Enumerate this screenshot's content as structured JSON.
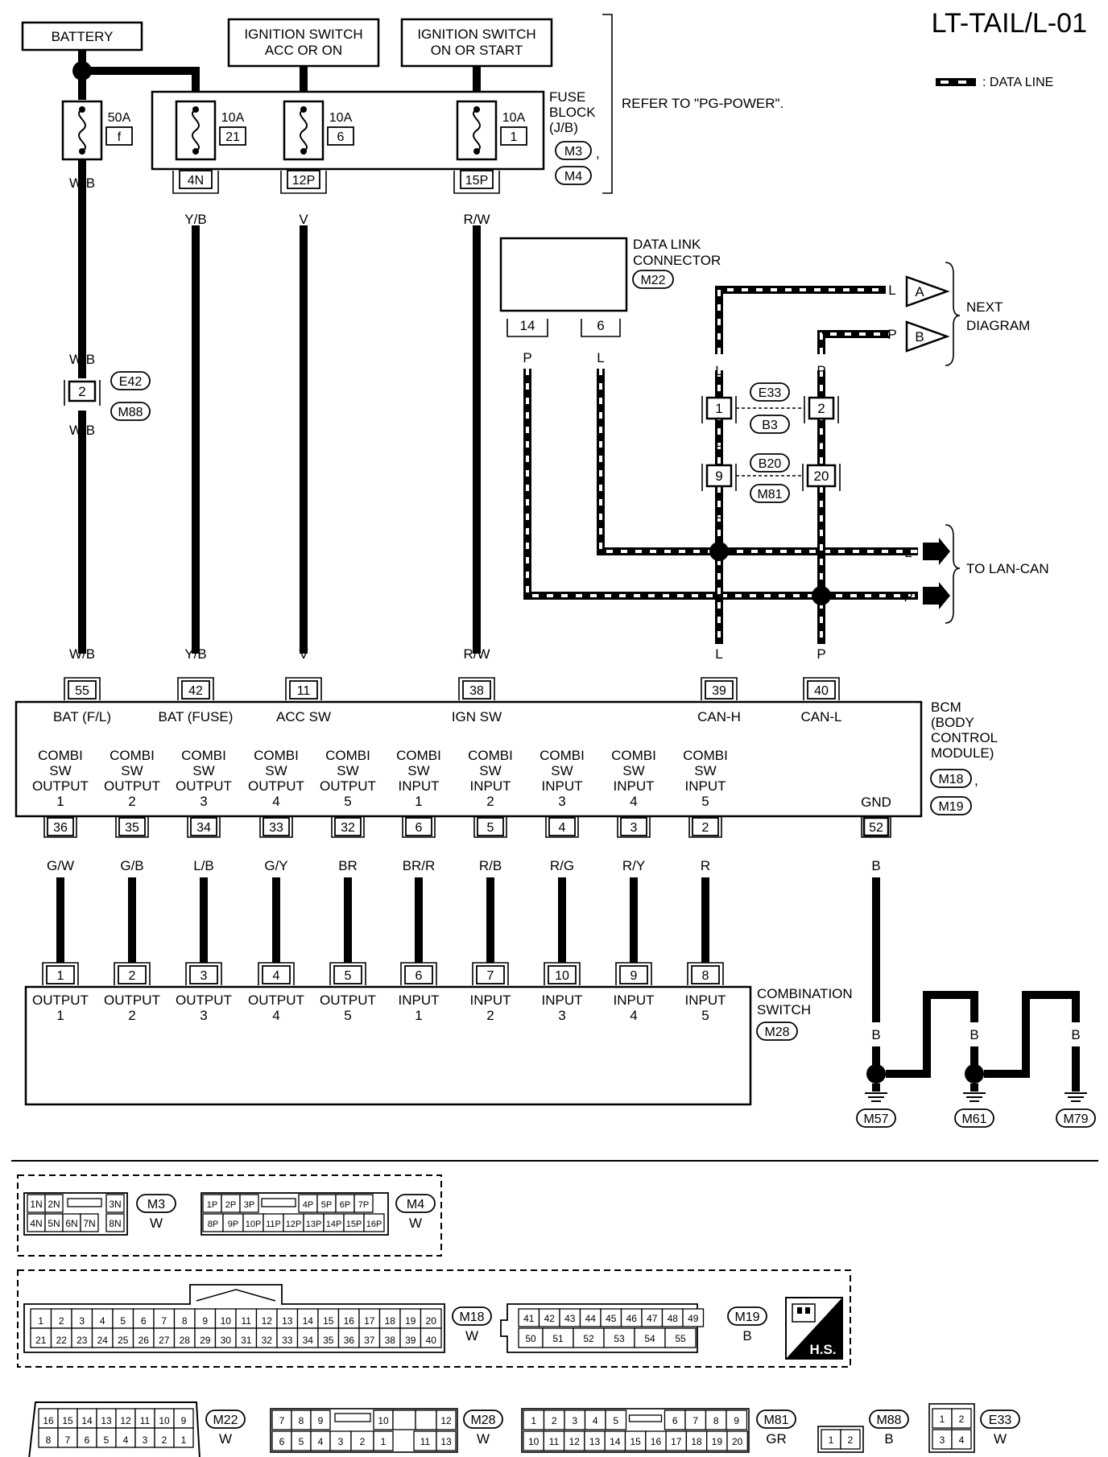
{
  "page_title": "LT-TAIL/L-01",
  "legend": {
    "data_line": ": DATA LINE"
  },
  "power": {
    "battery": "BATTERY",
    "ign_acc_l1": "IGNITION SWITCH",
    "ign_acc_l2": "ACC OR ON",
    "ign_on_l1": "IGNITION SWITCH",
    "ign_on_l2": "ON OR START",
    "fuse_block_l1": "FUSE",
    "fuse_block_l2": "BLOCK",
    "fuse_block_l3": "(J/B)",
    "fb_conn1": "M3",
    "fb_conn2": "M4",
    "refer": "REFER TO \"PG-POWER\".",
    "fuses": [
      {
        "amp": "50A",
        "num": "f",
        "term": "",
        "wire": "W/B"
      },
      {
        "amp": "10A",
        "num": "21",
        "term": "4N",
        "wire": "Y/B"
      },
      {
        "amp": "10A",
        "num": "6",
        "term": "12P",
        "wire": "V"
      },
      {
        "amp": "10A",
        "num": "1",
        "term": "15P",
        "wire": "R/W"
      }
    ]
  },
  "inline_e42": {
    "pin": "2",
    "conn1": "E42",
    "conn2": "M88",
    "wire_top": "W/B",
    "wire_bottom": "W/B"
  },
  "dlc": {
    "name_l1": "DATA LINK",
    "name_l2": "CONNECTOR",
    "conn": "M22",
    "pins": [
      "14",
      "6"
    ],
    "wires": [
      "P",
      "L"
    ]
  },
  "can": {
    "wire_l": "L",
    "wire_p": "P",
    "next_a": "A",
    "next_b": "B",
    "next_l1": "NEXT",
    "next_l2": "DIAGRAM",
    "e33_pins": [
      "1",
      "2"
    ],
    "e33_conn1": "E33",
    "e33_conn2": "B3",
    "b20_pins": [
      "9",
      "20"
    ],
    "b20_conn1": "B20",
    "b20_conn2": "M81",
    "to_lan": "TO LAN-CAN"
  },
  "bcm": {
    "name_l1": "BCM",
    "name_l2": "(BODY",
    "name_l3": "CONTROL",
    "name_l4": "MODULE)",
    "conn1": "M18",
    "conn2": "M19",
    "top_pins": [
      {
        "pin": "55",
        "wire": "W/B",
        "label": "BAT (F/L)"
      },
      {
        "pin": "42",
        "wire": "Y/B",
        "label": "BAT (FUSE)"
      },
      {
        "pin": "11",
        "wire": "V",
        "label": "ACC SW"
      },
      {
        "pin": "38",
        "wire": "R/W",
        "label": "IGN SW"
      },
      {
        "pin": "39",
        "wire": "L",
        "label": "CAN-H"
      },
      {
        "pin": "40",
        "wire": "P",
        "label": "CAN-L"
      }
    ],
    "bottom_pins": [
      {
        "pin": "36",
        "wire": "G/W",
        "l1": "COMBI",
        "l2": "SW",
        "l3": "OUTPUT",
        "l4": "1"
      },
      {
        "pin": "35",
        "wire": "G/B",
        "l1": "COMBI",
        "l2": "SW",
        "l3": "OUTPUT",
        "l4": "2"
      },
      {
        "pin": "34",
        "wire": "L/B",
        "l1": "COMBI",
        "l2": "SW",
        "l3": "OUTPUT",
        "l4": "3"
      },
      {
        "pin": "33",
        "wire": "G/Y",
        "l1": "COMBI",
        "l2": "SW",
        "l3": "OUTPUT",
        "l4": "4"
      },
      {
        "pin": "32",
        "wire": "BR",
        "l1": "COMBI",
        "l2": "SW",
        "l3": "OUTPUT",
        "l4": "5"
      },
      {
        "pin": "6",
        "wire": "BR/R",
        "l1": "COMBI",
        "l2": "SW",
        "l3": "INPUT",
        "l4": "1"
      },
      {
        "pin": "5",
        "wire": "R/B",
        "l1": "COMBI",
        "l2": "SW",
        "l3": "INPUT",
        "l4": "2"
      },
      {
        "pin": "4",
        "wire": "R/G",
        "l1": "COMBI",
        "l2": "SW",
        "l3": "INPUT",
        "l4": "3"
      },
      {
        "pin": "3",
        "wire": "R/Y",
        "l1": "COMBI",
        "l2": "SW",
        "l3": "INPUT",
        "l4": "4"
      },
      {
        "pin": "2",
        "wire": "R",
        "l1": "COMBI",
        "l2": "SW",
        "l3": "INPUT",
        "l4": "5"
      }
    ],
    "gnd": {
      "label": "GND",
      "pin": "52",
      "wire": "B"
    }
  },
  "combi": {
    "name_l1": "COMBINATION",
    "name_l2": "SWITCH",
    "conn": "M28",
    "pins": [
      {
        "pin": "1",
        "l1": "OUTPUT",
        "l2": "1"
      },
      {
        "pin": "2",
        "l1": "OUTPUT",
        "l2": "2"
      },
      {
        "pin": "3",
        "l1": "OUTPUT",
        "l2": "3"
      },
      {
        "pin": "4",
        "l1": "OUTPUT",
        "l2": "4"
      },
      {
        "pin": "5",
        "l1": "OUTPUT",
        "l2": "5"
      },
      {
        "pin": "6",
        "l1": "INPUT",
        "l2": "1"
      },
      {
        "pin": "7",
        "l1": "INPUT",
        "l2": "2"
      },
      {
        "pin": "10",
        "l1": "INPUT",
        "l2": "3"
      },
      {
        "pin": "9",
        "l1": "INPUT",
        "l2": "4"
      },
      {
        "pin": "8",
        "l1": "INPUT",
        "l2": "5"
      }
    ]
  },
  "ground": {
    "wire": "B",
    "grounds": [
      "M57",
      "M61",
      "M79"
    ]
  },
  "connector_views": {
    "m3": {
      "name": "M3",
      "color": "W",
      "row1": [
        "1N",
        "2N",
        "",
        "3N"
      ],
      "row2": [
        "4N",
        "5N",
        "6N",
        "7N",
        "8N"
      ]
    },
    "m4": {
      "name": "M4",
      "color": "W",
      "row1": [
        "1P",
        "2P",
        "3P",
        "",
        "4P",
        "5P",
        "6P",
        "7P"
      ],
      "row2": [
        "8P",
        "9P",
        "10P",
        "11P",
        "12P",
        "13P",
        "14P",
        "15P",
        "16P"
      ]
    },
    "m18": {
      "name": "M18",
      "color": "W",
      "row1": [
        "1",
        "2",
        "3",
        "4",
        "5",
        "6",
        "7",
        "8",
        "9",
        "10",
        "11",
        "12",
        "13",
        "14",
        "15",
        "16",
        "17",
        "18",
        "19",
        "20"
      ],
      "row2": [
        "21",
        "22",
        "23",
        "24",
        "25",
        "26",
        "27",
        "28",
        "29",
        "30",
        "31",
        "32",
        "33",
        "34",
        "35",
        "36",
        "37",
        "38",
        "39",
        "40"
      ]
    },
    "m19": {
      "name": "M19",
      "color": "B",
      "row1": [
        "41",
        "42",
        "43",
        "44",
        "45",
        "46",
        "47",
        "48",
        "49"
      ],
      "row2": [
        "50",
        "51",
        "52",
        "53",
        "54",
        "55"
      ]
    },
    "hs": "H.S.",
    "m22": {
      "name": "M22",
      "color": "W",
      "row1": [
        "16",
        "15",
        "14",
        "13",
        "12",
        "11",
        "10",
        "9"
      ],
      "row2": [
        "8",
        "7",
        "6",
        "5",
        "4",
        "3",
        "2",
        "1"
      ]
    },
    "m28": {
      "name": "M28",
      "color": "W",
      "row1": [
        "7",
        "8",
        "9",
        "",
        "10",
        "",
        "",
        "12"
      ],
      "row2": [
        "6",
        "5",
        "4",
        "3",
        "2",
        "1",
        "11",
        "13"
      ]
    },
    "m81": {
      "name": "M81",
      "color": "GR",
      "row1": [
        "1",
        "2",
        "3",
        "4",
        "5",
        "",
        "6",
        "7",
        "8",
        "9"
      ],
      "row2": [
        "10",
        "11",
        "12",
        "13",
        "14",
        "15",
        "16",
        "17",
        "18",
        "19",
        "20"
      ]
    },
    "m88": {
      "name": "M88",
      "color": "B",
      "row1": [
        "1",
        "2"
      ]
    },
    "e33": {
      "name": "E33",
      "color": "W",
      "row1": [
        "1",
        "2"
      ],
      "row2": [
        "3",
        "4"
      ]
    }
  }
}
